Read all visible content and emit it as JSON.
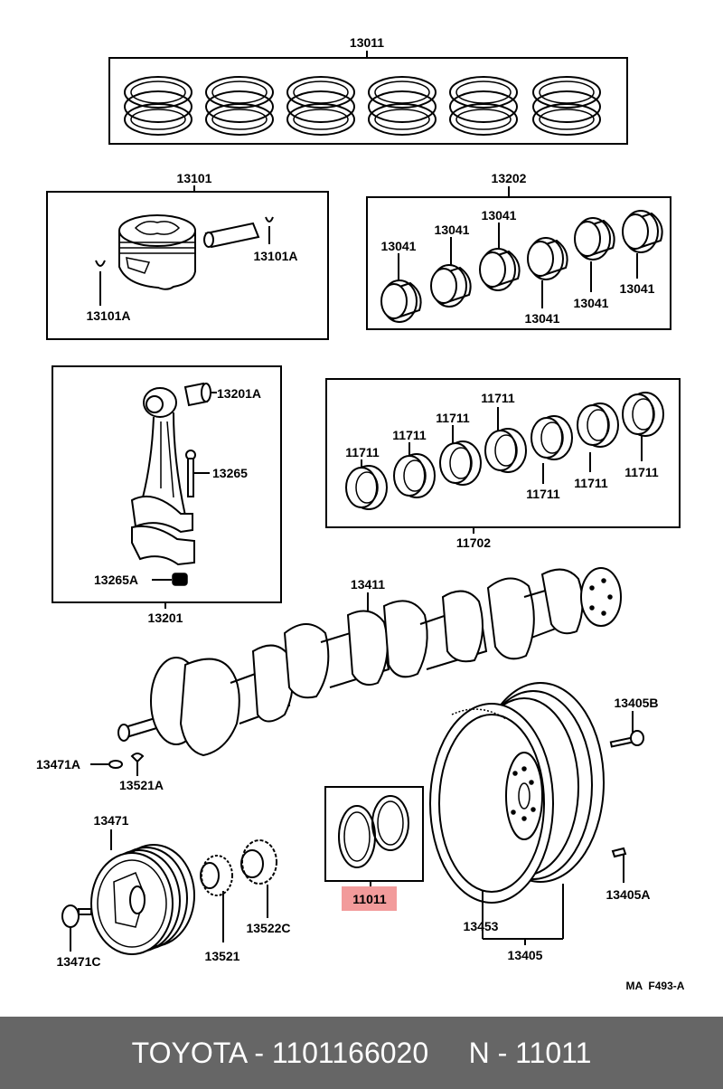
{
  "diagram": {
    "groups": [
      {
        "id": "piston-rings",
        "part_no": "13011",
        "items": []
      },
      {
        "id": "piston",
        "part_no": "13101",
        "items": [
          "13101A",
          "13101A"
        ]
      },
      {
        "id": "crank-pin-bearings",
        "part_no": "13202",
        "items": [
          "13041",
          "13041",
          "13041",
          "13041",
          "13041",
          "13041"
        ]
      },
      {
        "id": "connecting-rod",
        "part_no": "13201",
        "items": [
          "13201A",
          "13265",
          "13265A"
        ]
      },
      {
        "id": "main-bearings",
        "part_no": "11702",
        "items": [
          "11711",
          "11711",
          "11711",
          "11711",
          "11711",
          "11711",
          "11711"
        ]
      },
      {
        "id": "gasket-kit",
        "part_no": "11011",
        "highlighted": true,
        "highlight_color": "#f08a8a"
      }
    ],
    "labels": {
      "rings": "13011",
      "piston": "13101",
      "piston_clip_right": "13101A",
      "piston_clip_left": "13101A",
      "bearing_set": "13202",
      "b1": "13041",
      "b2": "13041",
      "b3": "13041",
      "b4": "13041",
      "b5": "13041",
      "b6": "13041",
      "conrod_bushing": "13201A",
      "conrod_bolt": "13265",
      "conrod_nut": "13265A",
      "conrod": "13201",
      "main_bearing_set": "11702",
      "m1": "11711",
      "m2": "11711",
      "m3": "11711",
      "m4": "11711",
      "m5": "11711",
      "m6": "11711",
      "m7": "11711",
      "crankshaft": "13411",
      "flywheel_bolt": "13405B",
      "key_a": "13471A",
      "key_b": "13521A",
      "pulley": "13471",
      "pulley_bolt": "13471C",
      "timing_gear": "13521",
      "gear_c": "13522C",
      "gasket_kit": "11011",
      "ring_gear": "13453",
      "flywheel": "13405",
      "flywheel_pin": "13405A",
      "figure_code": "MA  F493-A"
    }
  },
  "footer": {
    "brand": "TOYOTA",
    "part_number": "1101166020",
    "ref": "N - 11011",
    "text": "TOYOTA - 1101166020     N - 11011",
    "background": "#666666",
    "text_color": "#ffffff"
  }
}
